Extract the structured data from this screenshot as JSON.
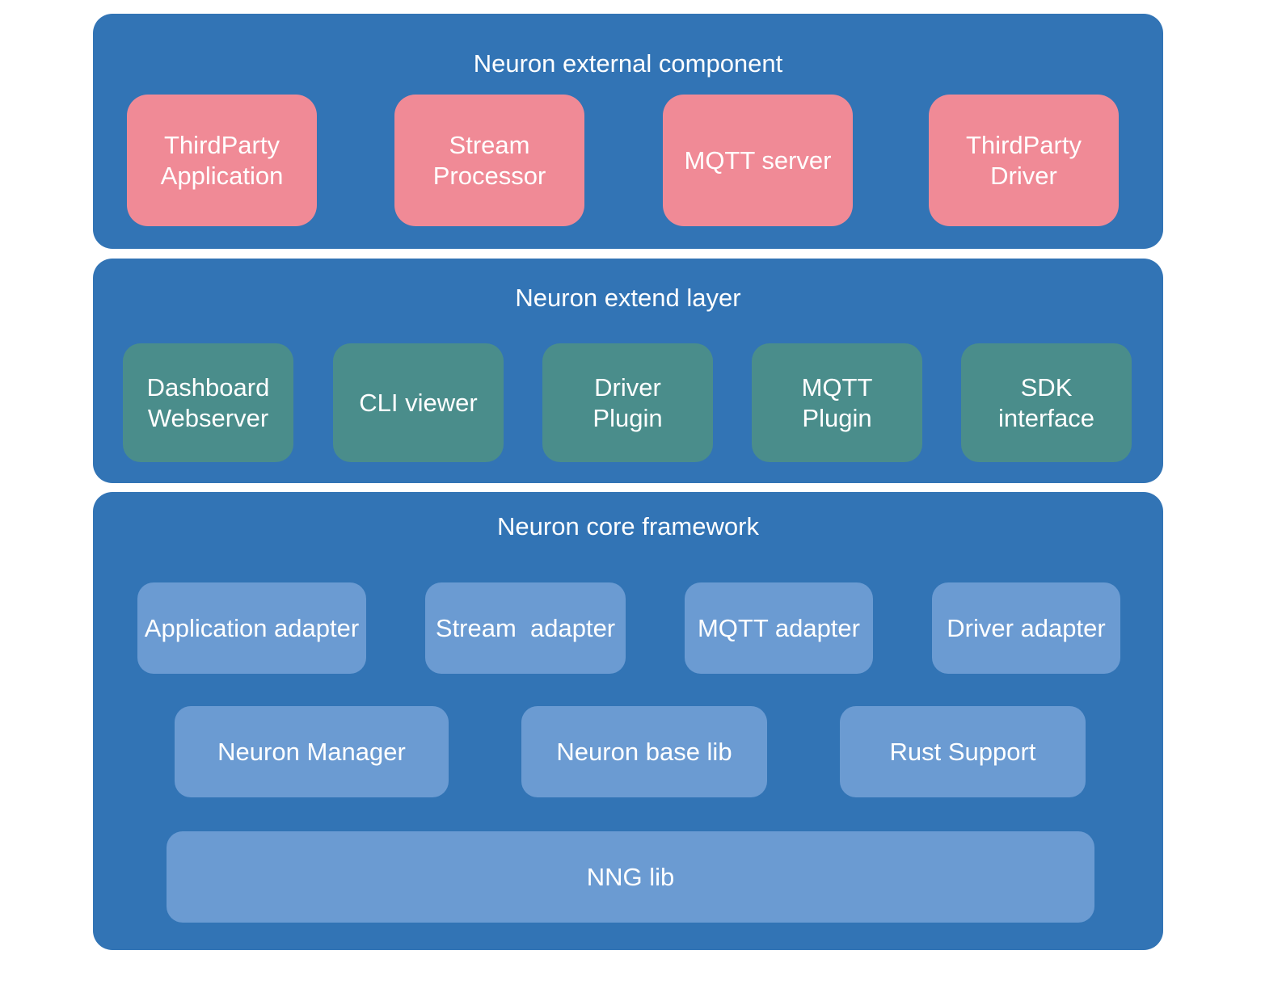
{
  "layers": {
    "external": {
      "title": "Neuron external component",
      "items": [
        "ThirdParty\nApplication",
        "Stream\nProcessor",
        "MQTT server",
        "ThirdParty\nDriver"
      ]
    },
    "extend": {
      "title": "Neuron extend layer",
      "items": [
        "Dashboard\nWebserver",
        "CLI viewer",
        "Driver\nPlugin",
        "MQTT\nPlugin",
        "SDK\ninterface"
      ]
    },
    "core": {
      "title": "Neuron core framework",
      "adapters": [
        "Application adapter",
        "Stream  adapter",
        "MQTT adapter",
        "Driver adapter"
      ],
      "services": [
        "Neuron Manager",
        "Neuron base lib",
        "Rust Support"
      ],
      "base": "NNG lib"
    }
  },
  "colors": {
    "layer_bg": "#3274b5",
    "external_box": "#f08a96",
    "extend_box": "#4a8d8b",
    "core_box": "#6b9bd2",
    "text": "#ffffff"
  }
}
